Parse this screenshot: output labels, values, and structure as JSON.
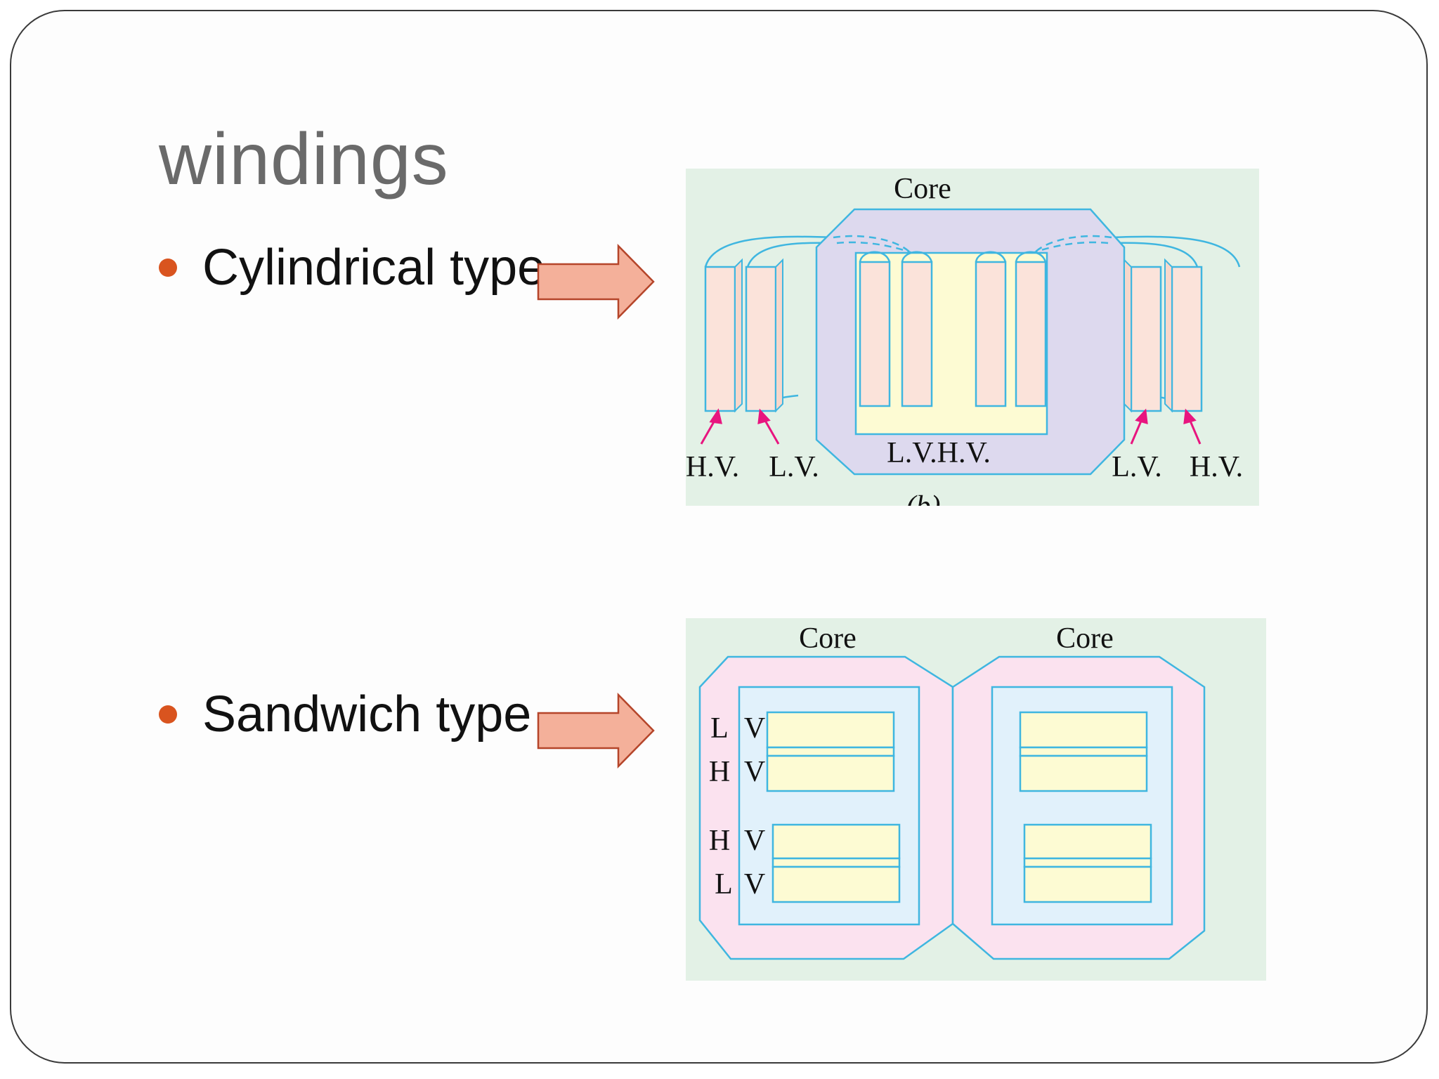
{
  "slide": {
    "title": "windings",
    "bullets": [
      {
        "label": "Cylindrical type"
      },
      {
        "label": "Sandwich type"
      }
    ]
  },
  "cylindrical_figure": {
    "core_label": "Core",
    "labels": [
      "H.V.",
      "L.V.",
      "L.V.H.V.",
      "L.V.",
      "H.V."
    ],
    "caption_fragment": "(b)"
  },
  "sandwich_figure": {
    "core_labels": [
      "Core",
      "Core"
    ],
    "left_letters": [
      "L",
      "H",
      "H",
      "L"
    ],
    "v_letters": [
      "V",
      "V",
      "V",
      "V"
    ]
  },
  "colors": {
    "bullet": "#d9541f",
    "arrow_fill": "#f4b09a",
    "arrow_stroke": "#b5452a",
    "figure_bg": "#e3f1e6",
    "line_blue": "#3fb6e0",
    "winding_fill": "#fbe3da",
    "core_cyl": "#ddd9ee",
    "core_sand": "#fbe2ef",
    "window_blue": "#e1f1fb",
    "coil_yellow": "#fdfbd3",
    "pointer_magenta": "#e8157f"
  }
}
